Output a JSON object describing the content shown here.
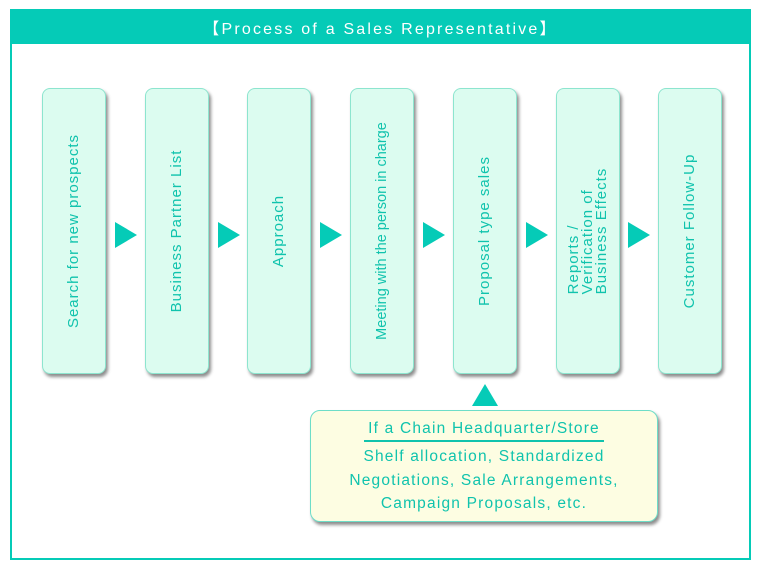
{
  "title": "【Process of a Sales Representative】",
  "steps": [
    {
      "label": "Search for new prospects"
    },
    {
      "label": "Business Partner List"
    },
    {
      "label": "Approach"
    },
    {
      "label": "Meeting with the person in charge"
    },
    {
      "label": "Proposal type sales"
    },
    {
      "label": "Reports /\nVerification of\nBusiness Effects"
    },
    {
      "label": "Customer Follow-Up"
    }
  ],
  "note": {
    "title": "If a Chain Headquarter/Store",
    "lines": [
      "Shelf allocation, Standardized",
      "Negotiations, Sale Arrangements,",
      "Campaign Proposals, etc."
    ],
    "points_to_step": "Proposal type sales"
  },
  "colors": {
    "accent": "#05cbb7",
    "text": "#10c3ad",
    "step_fill": "#dcfcf0",
    "note_fill": "#fdfde2"
  }
}
